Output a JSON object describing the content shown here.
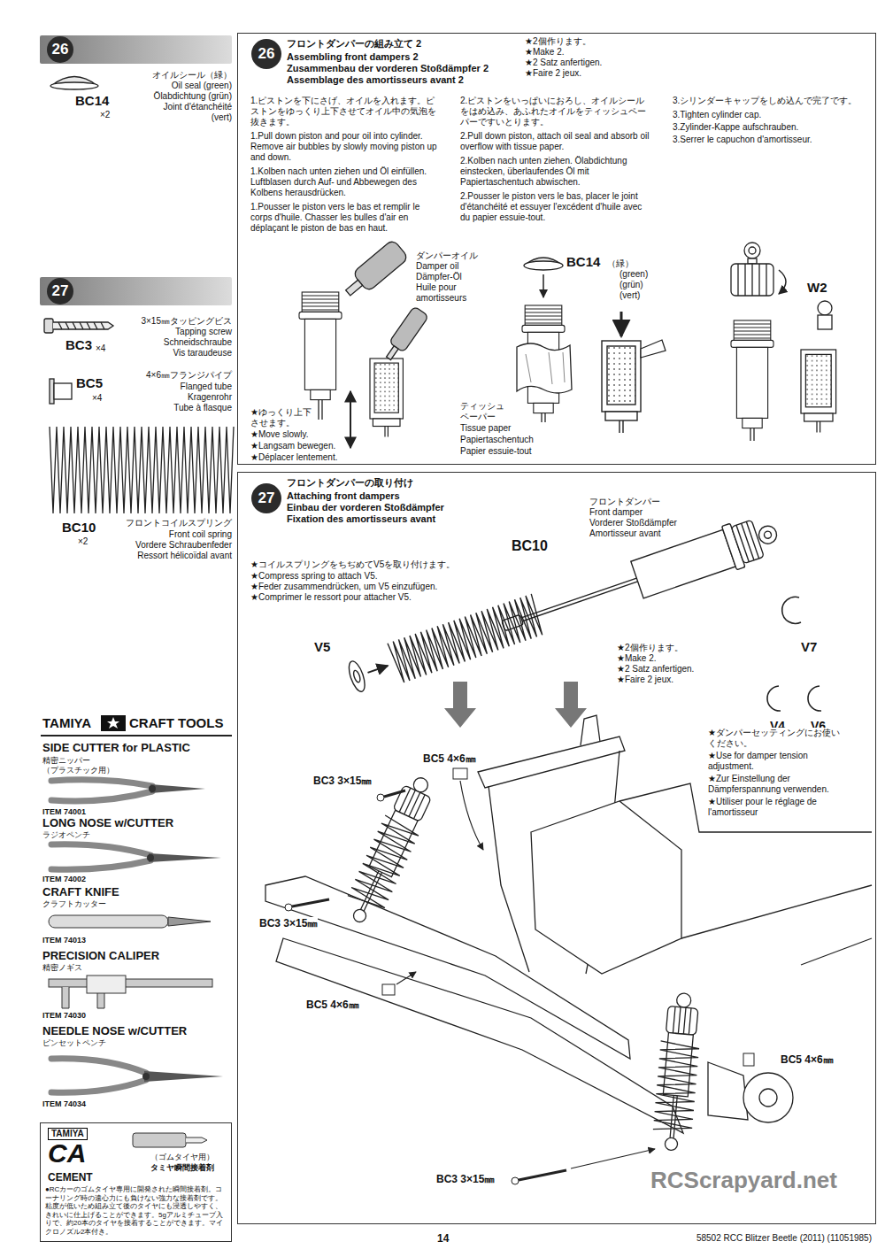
{
  "diagram": {
    "nodes": [
      {
        "text": [
          "26"
        ]
      },
      {
        "text": [
          "27"
        ]
      },
      {
        "text": [
          "フロントダンパーの組み立て 2",
          "Assembling front dampers 2",
          "Zusammenbau der vorderen Stoßdämpfer 2",
          "Assemblage des amortisseurs avant 2"
        ]
      },
      {
        "text": [
          "26"
        ],
        "in": 2
      },
      {
        "text": [
          "フロントダンパーの取り付け",
          "Attaching front dampers",
          "Einbau der vorderen Stoßdämpfer",
          "Fixation des amortisseurs avant"
        ]
      },
      {
        "text": [
          "27"
        ],
        "in": 4
      },
      {
        "text": [
          "TAMIYA",
          "CA",
          "CEMENT",
          "（ゴムタイヤ用）",
          "タミヤ瞬間接着剤",
          "●RCカーのゴムタイヤ専用に開発された瞬間接着剤。コーナリング時の遠心力にも負けない強力な接着剤です。粘度が低いため組み立て後のタイヤにも浸透しやすく、きれいに仕上げることができます。5gアルミチューブ入りで、約20本のタイヤを接着することができます。マイクロノズル2本付き。"
        ]
      }
    ],
    "labels": [
      "BC14",
      "×2",
      "オイルシール（緑）",
      "Oil seal (green)",
      "Ölabdichtung (grün)",
      "Joint d'étanchéité (vert)",
      "3×15㎜タッピングビス",
      "Tapping screw",
      "Schneidschraube",
      "Vis taraudeuse",
      "BC3",
      "×4",
      "4×6㎜フランジパイプ",
      "Flanged tube",
      "Kragenrohr",
      "Tube à flasque",
      "BC5",
      "×4",
      "BC10",
      "×2",
      "フロントコイルスプリング",
      "Front coil spring",
      "Vordere Schraubenfeder",
      "Ressort hélicoïdal avant",
      "TAMIYA",
      "CRAFT TOOLS",
      "SIDE CUTTER for PLASTIC",
      "精密ニッパー",
      "（プラスチック用）",
      "ITEM 74001",
      "LONG NOSE w/CUTTER",
      "ラジオペンチ",
      "ITEM 74002",
      "CRAFT KNIFE",
      "クラフトカッター",
      "ITEM 74013",
      "PRECISION CALIPER",
      "精密ノギス",
      "ITEM 74030",
      "NEEDLE NOSE w/CUTTER",
      "ピンセットペンチ",
      "ITEM 74034",
      "★2個作ります。",
      "★Make 2.",
      "★2 Satz anfertigen.",
      "★Faire 2 jeux.",
      "1.ピストンを下にさげ、オイルを入れます。ピストンをゆっくり上下させてオイル中の気泡を抜きます。",
      "1.Pull down piston and pour oil into cylinder. Remove air bubbles by slowly moving piston up and down.",
      "1.Kolben nach unten ziehen und Öl einfüllen. Luftblasen durch Auf- und Abbewegen des Kolbens herausdrücken.",
      "1.Pousser le piston vers le bas et remplir le corps d'huile. Chasser les bulles d'air en déplaçant le piston de bas en haut.",
      "2.ピストンをいっぱいにおろし、オイルシールをはめ込み、あふれたオイルをティッシュペーパーですいとります。",
      "2.Pull down piston, attach oil seal and absorb oil overflow with tissue paper.",
      "2.Kolben nach unten ziehen. Ölabdichtung einstecken, überlaufendes Öl mit Papiertaschentuch abwischen.",
      "2.Pousser le piston vers le bas, placer le joint d'étanchéité et essuyer l'excédent d'huile avec du papier essuie-tout.",
      "3.シリンダーキャップをしめ込んで完了です。",
      "3.Tighten cylinder cap.",
      "3.Zylinder-Kappe aufschrauben.",
      "3.Serrer le capuchon d'amortisseur.",
      "ダンパーオイル",
      "Damper oil",
      "Dämpfer-Öl",
      "Huile pour amortisseurs",
      "★ゆっくり上下させます。",
      "★Move slowly.",
      "★Langsam bewegen.",
      "★Déplacer lentement.",
      "BC14",
      "（緑）",
      "(green)",
      "(grün)",
      "(vert)",
      "ティッシュペーパー",
      "Tissue paper",
      "Papiertaschentuch",
      "Papier essuie-tout",
      "W2",
      "★コイルスプリングをちぢめてV5を取り付けます。",
      "★Compress spring to attach V5.",
      "★Feder zusammendrücken, um V5 einzufügen.",
      "★Comprimer le ressort pour attacher V5.",
      "フロントダンパー",
      "Front damper",
      "Vorderer Stoßdämpfer",
      "Amortisseur avant",
      "BC10",
      "V5",
      "V7",
      "V4",
      "V6",
      "★2個作ります。",
      "★Make 2.",
      "★2 Satz anfertigen.",
      "★Faire 2 jeux.",
      "★ダンパーセッティングにお使いください。",
      "★Use for damper tension adjustment.",
      "★Zur Einstellung der Dämpferspannung verwenden.",
      "★Utiliser pour le réglage de l'amortisseur",
      "BC5 4×6㎜",
      "BC3 3×15㎜",
      "BC3 3×15㎜",
      "BC5 4×6㎜",
      "BC5 4×6㎜",
      "BC3 3×15㎜",
      "14",
      "58502 RCC Blitzer Beetle (2011) (11051985)",
      "RCScrapyard.net"
    ]
  }
}
